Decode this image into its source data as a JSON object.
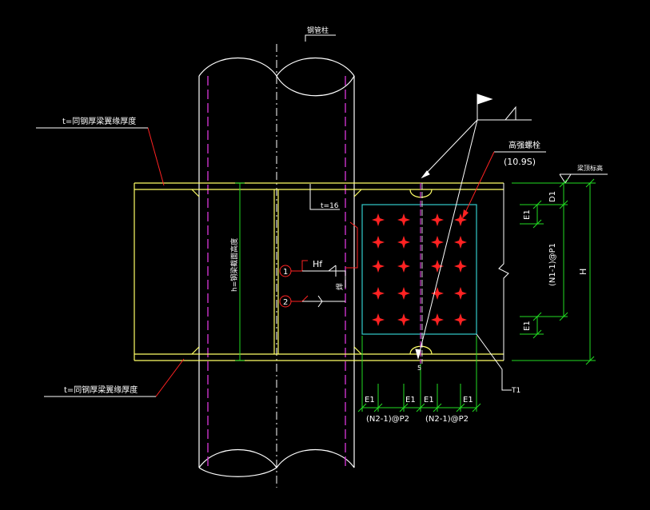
{
  "colors": {
    "background": "#000000",
    "pipe": "#ffffff",
    "beam": "#ffff66",
    "plate": "#33cccc",
    "bolt": "#ff2222",
    "dimension": "#22dd22",
    "leader": "#ff2222",
    "stiffener": "#cc33cc",
    "text": "#ffffff"
  },
  "labels": {
    "top_pipe_note": "钢管柱",
    "flange_top_note": "t=同钢厚梁翼缘厚度",
    "flange_bottom_note": "t=同钢厚梁翼缘厚度",
    "web_thickness": "t=16",
    "vertical_note": "h=钢梁截面高度",
    "weld_size": "Hf",
    "weld_mark_1": "1",
    "weld_mark_2": "2",
    "weld_note": "焊",
    "bolt_title": "高强螺栓",
    "bolt_grade": "(10.9S)",
    "elevation_note": "梁顶标高",
    "dim_d1": "D1",
    "dim_e1_top": "E1",
    "dim_e1_bottom": "E1",
    "dim_bolt_rows": "(N1-1)@P1",
    "dim_h": "H",
    "dim_e1_a": "E1",
    "dim_e1_b": "E1",
    "dim_e1_c": "E1",
    "dim_e1_d": "E1",
    "dim_cols_left": "(N2-1)@P2",
    "dim_cols_right": "(N2-1)@P2",
    "gap_mark": "5",
    "plate_tag": "T1"
  },
  "bolts": {
    "rows": 5,
    "columns": 4
  }
}
